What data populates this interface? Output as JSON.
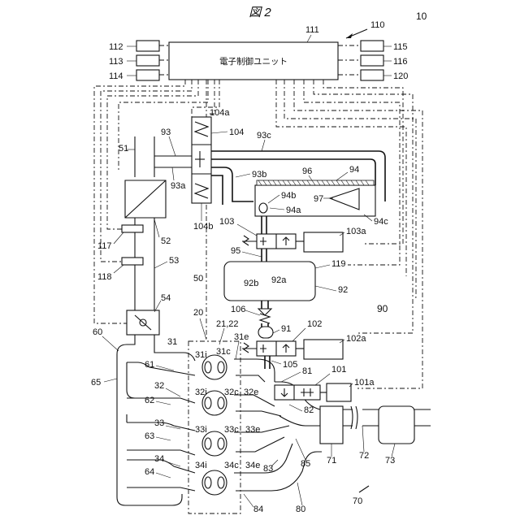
{
  "figure": {
    "title": "図 2"
  },
  "ecu": {
    "label": "電子制御ユニット",
    "ref": "111"
  },
  "labels": {
    "l10": "10",
    "l110": "110",
    "l112": "112",
    "l113": "113",
    "l114": "114",
    "l115": "115",
    "l116": "116",
    "l120": "120",
    "l104a": "104a",
    "l104": "104",
    "l93": "93",
    "l93c": "93c",
    "l51": "51",
    "l96": "96",
    "l94": "94",
    "l93b": "93b",
    "l93a": "93a",
    "l94b": "94b",
    "l97": "97",
    "l94a": "94a",
    "l52": "52",
    "l104b": "104b",
    "l94c": "94c",
    "l103": "103",
    "l103a": "103a",
    "l117": "117",
    "l95": "95",
    "l119": "119",
    "l118": "118",
    "l53": "53",
    "l50": "50",
    "l92b": "92b",
    "l92a": "92a",
    "l92": "92",
    "l90": "90",
    "l54": "54",
    "l106": "106",
    "l91": "91",
    "l102": "102",
    "l20": "20",
    "l2122": "21,22",
    "l60": "60",
    "l31": "31",
    "l31e": "31e",
    "l102a": "102a",
    "l31i": "31i",
    "l31c": "31c",
    "l61": "61",
    "l105": "105",
    "l81": "81",
    "l101": "101",
    "l101a": "101a",
    "l65": "65",
    "l32": "32",
    "l32i": "32i",
    "l32c": "32c",
    "l32e": "32e",
    "l62": "62",
    "l82": "82",
    "l33": "33",
    "l33i": "33i",
    "l33c": "33c",
    "l33e": "33e",
    "l63": "63",
    "l71": "71",
    "l72": "72",
    "l73": "73",
    "l34": "34",
    "l34i": "34i",
    "l34c": "34c",
    "l34e": "34e",
    "l83": "83",
    "l85": "85",
    "l64": "64",
    "l70": "70",
    "l80": "80",
    "l84": "84"
  }
}
